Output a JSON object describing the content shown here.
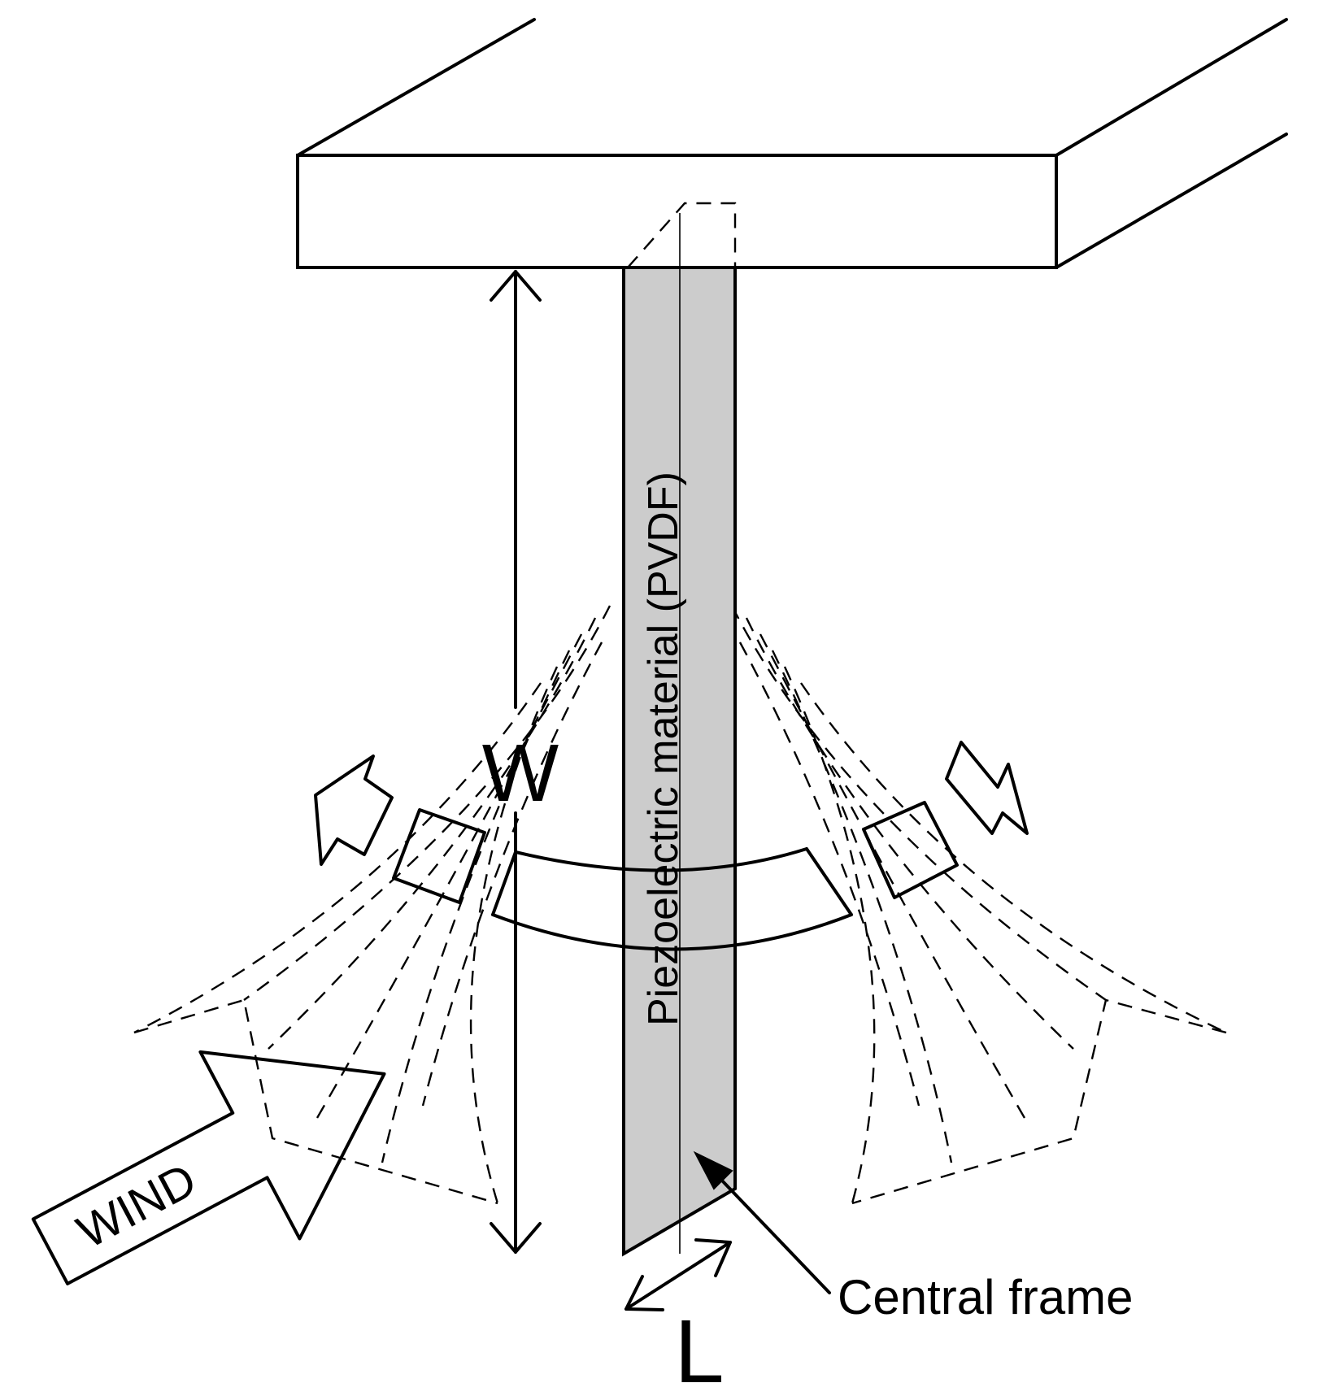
{
  "labels": {
    "material": "Piezoelectric material (PVDF)",
    "width_symbol": "W",
    "length_symbol": "L",
    "wind": "WIND",
    "central_frame": "Central frame"
  },
  "colors": {
    "strip_fill": "#cccccc",
    "stroke": "#000000",
    "background": "#ffffff"
  }
}
